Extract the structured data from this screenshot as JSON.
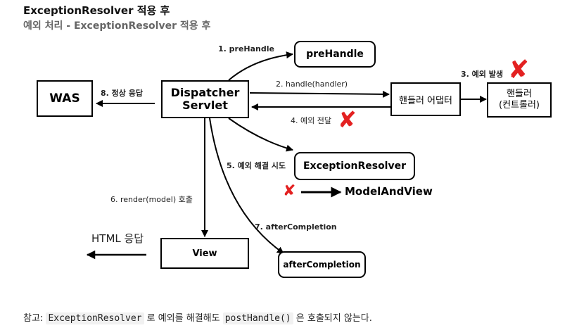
{
  "header": {
    "title": "ExceptionResolver 적용 후",
    "subtitle": "예외 처리 - ExceptionResolver 적용 후"
  },
  "nodes": {
    "was": "WAS",
    "dispatcher_line1": "Dispatcher",
    "dispatcher_line2": "Servlet",
    "prehandle": "preHandle",
    "handler_adapter": "핸들러 어댑터",
    "handler_line1": "핸들러",
    "handler_line2": "(컨트롤러)",
    "exception_resolver": "ExceptionResolver",
    "model_and_view": "ModelAndView",
    "view": "View",
    "after_completion": "afterCompletion"
  },
  "edges": {
    "step1": "1. preHandle",
    "step2": "2. handle(handler)",
    "step3": "3. 예외 발생",
    "step4": "4. 예외 전달",
    "step5": "5. 예외 해결 시도",
    "step6": "6. render(model) 호출",
    "step7": "7. afterCompletion",
    "step8": "8. 정상 응답",
    "html_response": "HTML 응답"
  },
  "note": {
    "prefix": "참고: ",
    "code1": "ExceptionResolver",
    "middle": " 로 예외를 해결해도 ",
    "code2": "postHandle()",
    "suffix": " 은 호출되지 않는다."
  },
  "colors": {
    "cross_mark": "#e32121",
    "subtitle": "#666666"
  }
}
